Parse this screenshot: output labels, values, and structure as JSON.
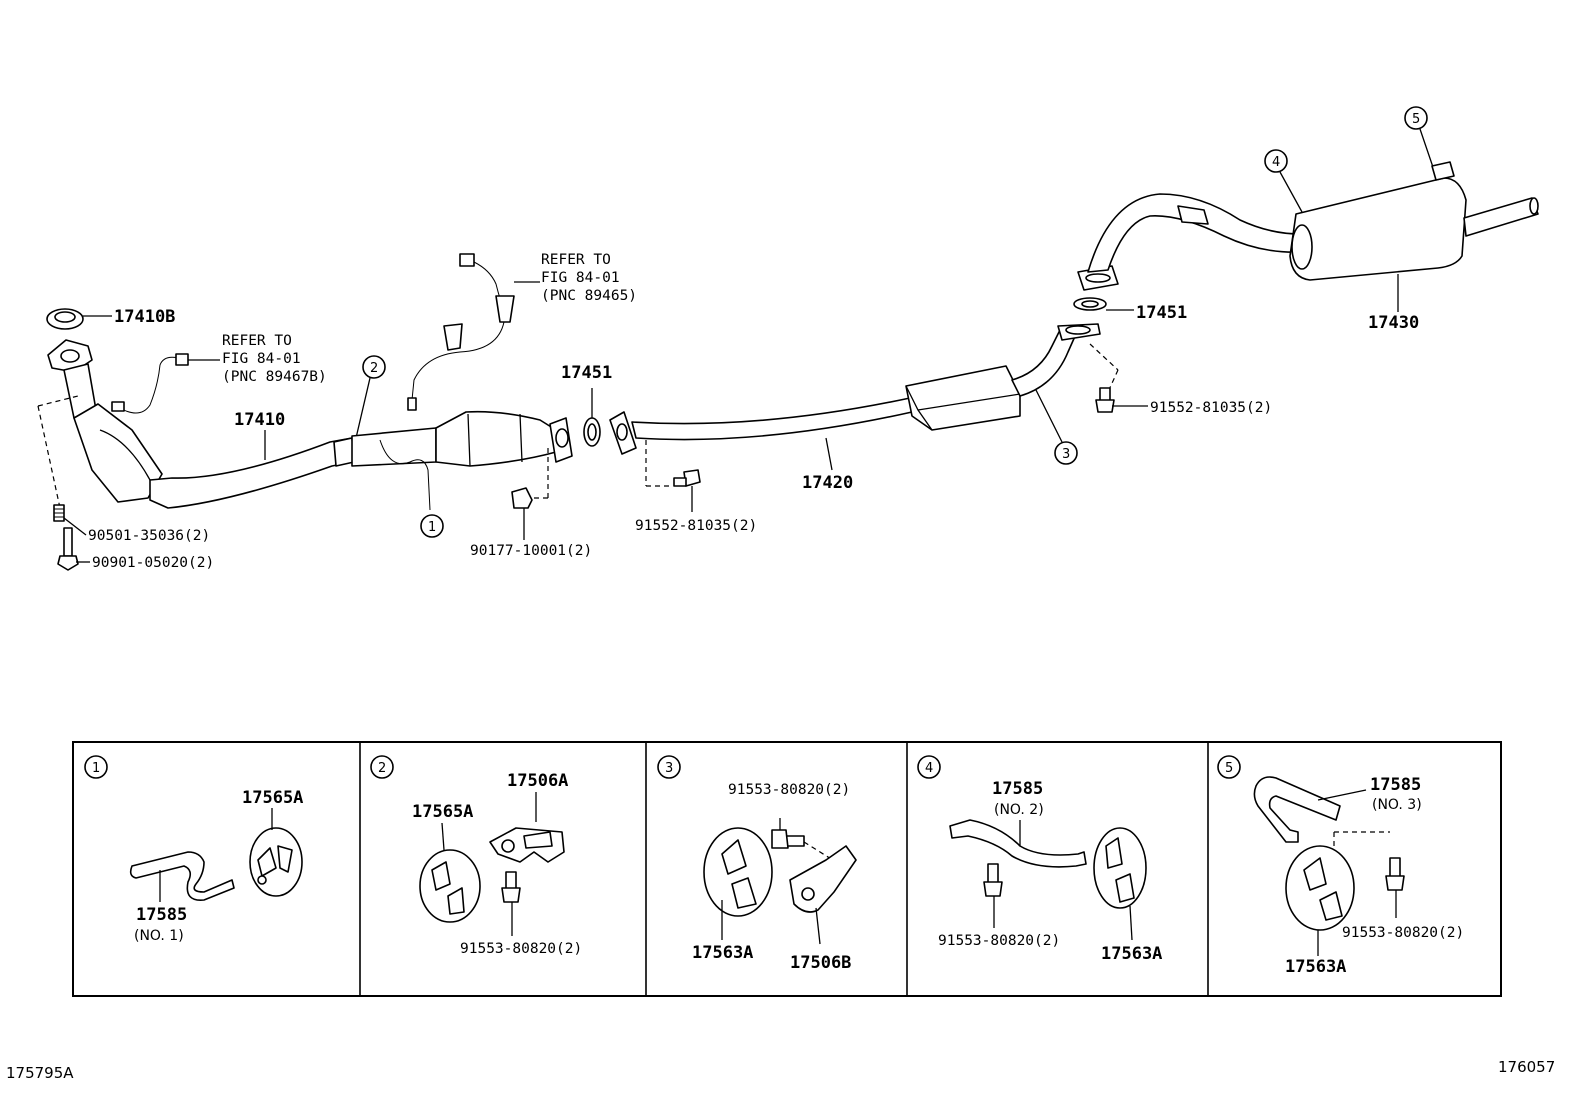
{
  "labels": {
    "p17410B": "17410B",
    "p17410": "17410",
    "p17451a": "17451",
    "p17451b": "17451",
    "p17420": "17420",
    "p17430": "17430",
    "p90501": "90501-35036(2)",
    "p90901": "90901-05020(2)",
    "p90177": "90177-10001(2)",
    "p91552a": "91552-81035(2)",
    "p91552b": "91552-81035(2)"
  },
  "refer_a": [
    "REFER TO",
    "FIG 84-01",
    "(PNC 89467B)"
  ],
  "refer_b": [
    "REFER TO",
    "FIG 84-01",
    "(PNC 89465)"
  ],
  "callouts": [
    "1",
    "2",
    "3",
    "4",
    "5"
  ],
  "panels": [
    {
      "number": "1",
      "labels": [
        "17565A",
        "17585",
        "(NO. 1)"
      ]
    },
    {
      "number": "2",
      "labels": [
        "17565A",
        "17506A",
        "91553-80820(2)"
      ]
    },
    {
      "number": "3",
      "labels": [
        "91553-80820(2)",
        "17563A",
        "17506B"
      ]
    },
    {
      "number": "4",
      "labels": [
        "17585",
        "(NO. 2)",
        "91553-80820(2)",
        "17563A"
      ]
    },
    {
      "number": "5",
      "labels": [
        "17585",
        "(NO. 3)",
        "91553-80820(2)",
        "17563A"
      ]
    }
  ],
  "corner_left": "175795A",
  "corner_right": "176057"
}
